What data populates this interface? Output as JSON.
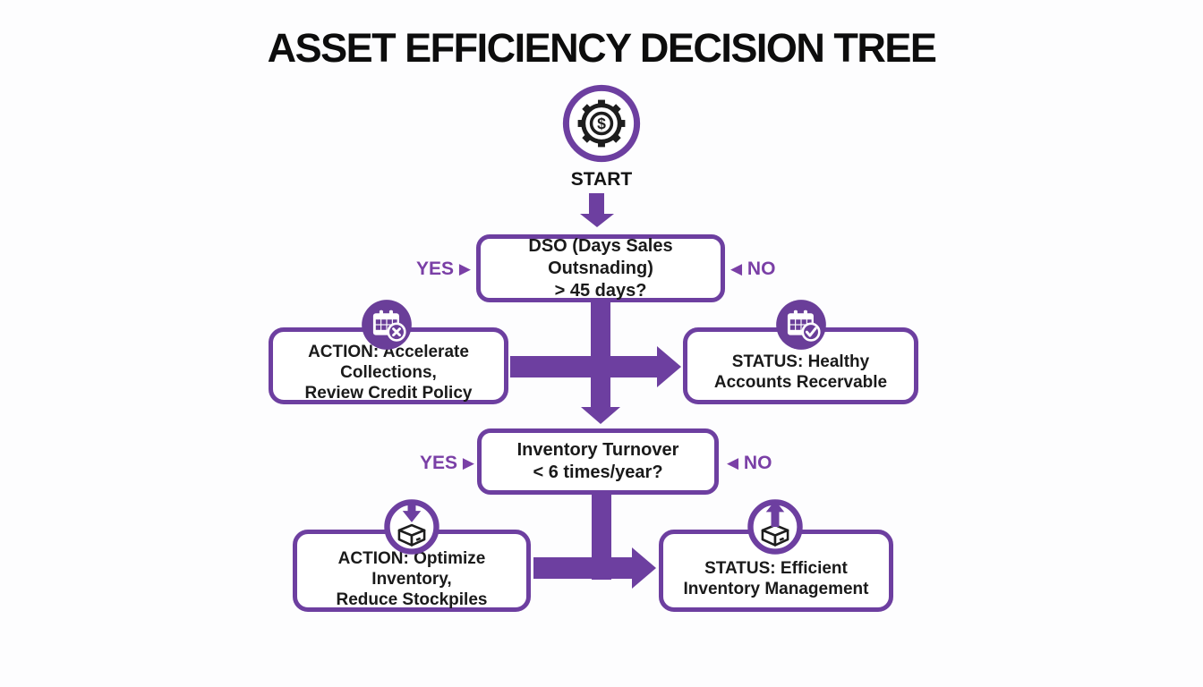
{
  "title": "ASSET EFFICIENCY DECISION TREE",
  "colors": {
    "purple": "#6d3fa0",
    "purple_fill": "#6a3e99",
    "text": "#1a1a1a"
  },
  "markers": {
    "right": "▶",
    "left": "◀"
  },
  "start": {
    "label": "START",
    "icon": "gear-dollar-icon"
  },
  "decisions": [
    {
      "line1": "DSO (Days Sales Outsnading)",
      "line2": "> 45 days?",
      "yes_label": "YES",
      "no_label": "NO"
    },
    {
      "line1": "Inventory Turnover",
      "line2": "< 6 times/year?",
      "yes_label": "YES",
      "no_label": "NO"
    }
  ],
  "outcomes": [
    {
      "line1": "ACTION: Accelerate Collections,",
      "line2": "Review Credit Policy",
      "icon": "calendar-x-icon"
    },
    {
      "line1": "STATUS: Healthy",
      "line2": "Accounts Recervable",
      "icon": "calendar-check-icon"
    },
    {
      "line1": "ACTION: Optimize Inventory,",
      "line2": "Reduce Stockpiles",
      "icon": "box-arrow-down-icon"
    },
    {
      "line1": "STATUS: Efficient",
      "line2": "Inventory Management",
      "icon": "box-arrow-up-icon"
    }
  ]
}
